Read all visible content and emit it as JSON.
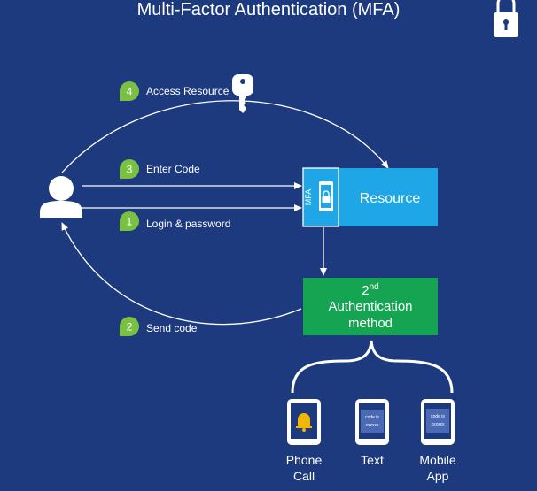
{
  "title": "Multi-Factor Authentication (MFA)",
  "steps": [
    {
      "number": "4",
      "label": "Access Resource"
    },
    {
      "number": "3",
      "label": "Enter Code"
    },
    {
      "number": "1",
      "label": "Login & password"
    },
    {
      "number": "2",
      "label": "Send code"
    }
  ],
  "resource": {
    "tag": "MFA",
    "label": "Resource"
  },
  "second_method": {
    "superscript": "nd",
    "number": "2",
    "line1": "Authentication",
    "line2": "method"
  },
  "devices": [
    {
      "line1": "Phone",
      "line2": "Call",
      "icon": "bell-icon"
    },
    {
      "line1": "Text",
      "line2": "",
      "icon": "sms-code-icon",
      "screen_line1": "code is",
      "screen_line2": "xxxxxx"
    },
    {
      "line1": "Mobile",
      "line2": "App",
      "icon": "app-code-icon",
      "screen_line1": "code is",
      "screen_line2": "xxxxxx"
    }
  ],
  "colors": {
    "background": "#1c3a7d",
    "resource": "#1ea6e6",
    "method": "#15a552",
    "step_bubble": "#7ac143",
    "line": "#ffffff"
  },
  "icons": [
    "padlock-icon",
    "key-icon",
    "user-icon",
    "phone-lock-icon"
  ]
}
